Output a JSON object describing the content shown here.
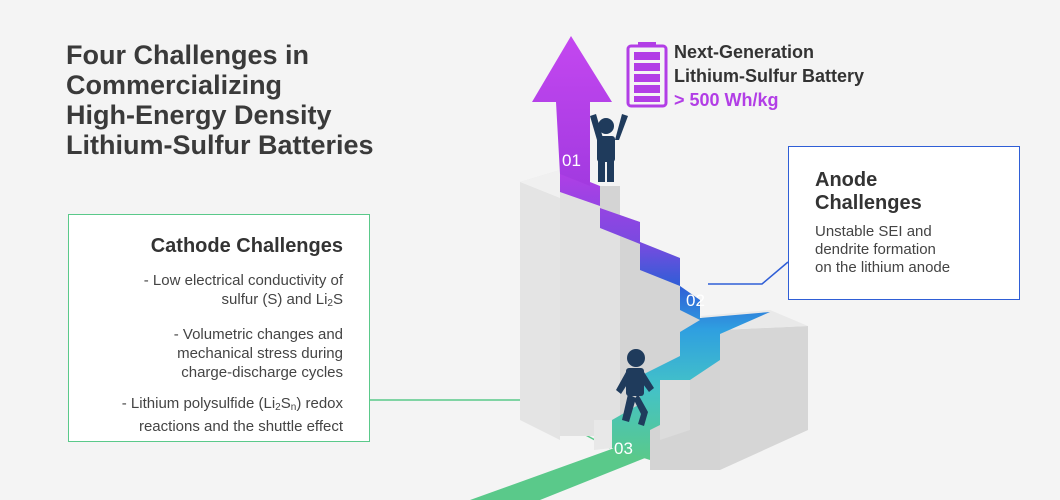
{
  "title": {
    "lines": [
      "Four Challenges in",
      "Commercializing",
      "High-Energy Density",
      "Lithium-Sulfur Batteries"
    ]
  },
  "battery": {
    "line1": "Next-Generation",
    "line2": "Lithium-Sulfur Battery",
    "energy": "> 500 Wh/kg",
    "icon": "battery-icon"
  },
  "cathode": {
    "title": "Cathode Challenges",
    "item1": {
      "line1": "- Low electrical conductivity of",
      "line2_pre": "sulfur (S) and Li",
      "line2_sub": "2",
      "line2_post": "S"
    },
    "item2": {
      "line1": "- Volumetric changes and",
      "line2": "mechanical stress during",
      "line3": "charge-discharge cycles"
    },
    "item3": {
      "line1_pre": "- Lithium polysulfide (Li",
      "line1_sub1": "2",
      "line1_mid": "S",
      "line1_sub2": "n",
      "line1_post": ") redox",
      "line2": "reactions and the shuttle effect"
    }
  },
  "anode": {
    "title_line1": "Anode",
    "title_line2": "Challenges",
    "desc_line1": "Unstable SEI and",
    "desc_line2": "dendrite formation",
    "desc_line3": "on the lithium anode"
  },
  "steps": [
    "01",
    "02",
    "03"
  ],
  "colors": {
    "green": "#5ac98a",
    "blue": "#2f5ed6",
    "purple": "#b23ee6",
    "figure": "#1f3b5c",
    "stair_top": "#f1f1f1",
    "stair_side": "#d9d9d9",
    "stair_front": "#e7e7e7"
  }
}
